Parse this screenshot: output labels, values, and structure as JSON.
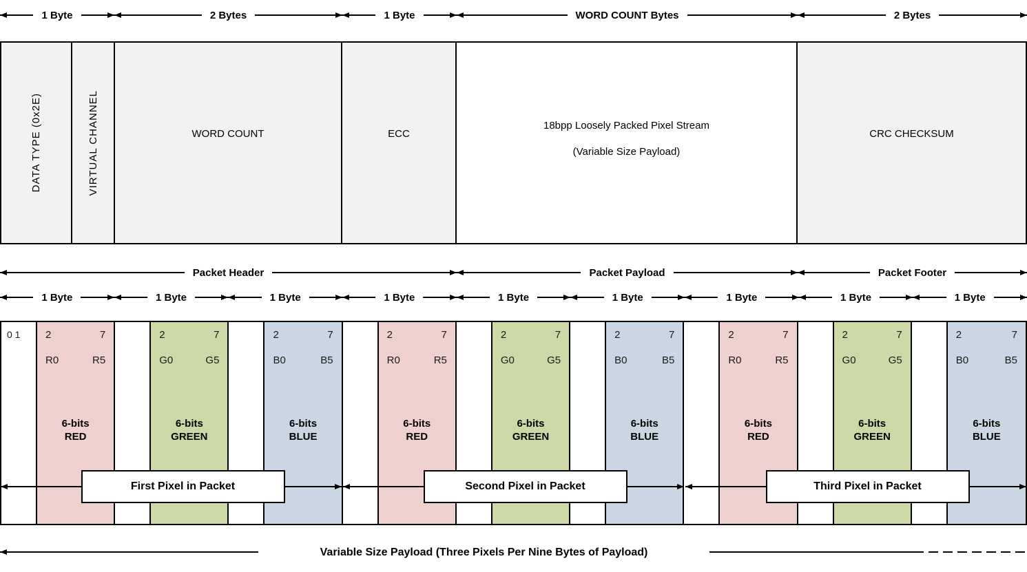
{
  "top_measures": [
    {
      "label": "1 Byte"
    },
    {
      "label": "2 Bytes"
    },
    {
      "label": "1 Byte"
    },
    {
      "label": "WORD COUNT Bytes"
    },
    {
      "label": "2 Bytes"
    }
  ],
  "packet_fields": {
    "data_type": "DATA TYPE (0x2E)",
    "virtual_channel": "VIRTUAL CHANNEL",
    "word_count": "WORD COUNT",
    "ecc": "ECC",
    "payload_line1": "18bpp Loosely Packed Pixel Stream",
    "payload_line2": "(Variable Size Payload)",
    "crc": "CRC CHECKSUM"
  },
  "section_measures": [
    {
      "label": "Packet Header"
    },
    {
      "label": "Packet Payload"
    },
    {
      "label": "Packet Footer"
    }
  ],
  "byte_measures": [
    "1 Byte",
    "1 Byte",
    "1 Byte",
    "1 Byte",
    "1 Byte",
    "1 Byte",
    "1 Byte",
    "1 Byte",
    "1 Byte"
  ],
  "pixel_bytes": [
    {
      "unused_bits": "0 1",
      "bit_start": "2",
      "bit_end": "7",
      "val_start": "R0",
      "val_end": "R5",
      "name_line1": "6-bits",
      "name_line2": "RED",
      "channel": "red"
    },
    {
      "unused_bits": "",
      "bit_start": "2",
      "bit_end": "7",
      "val_start": "G0",
      "val_end": "G5",
      "name_line1": "6-bits",
      "name_line2": "GREEN",
      "channel": "green"
    },
    {
      "unused_bits": "",
      "bit_start": "2",
      "bit_end": "7",
      "val_start": "B0",
      "val_end": "B5",
      "name_line1": "6-bits",
      "name_line2": "BLUE",
      "channel": "blue"
    },
    {
      "unused_bits": "",
      "bit_start": "2",
      "bit_end": "7",
      "val_start": "R0",
      "val_end": "R5",
      "name_line1": "6-bits",
      "name_line2": "RED",
      "channel": "red"
    },
    {
      "unused_bits": "",
      "bit_start": "2",
      "bit_end": "7",
      "val_start": "G0",
      "val_end": "G5",
      "name_line1": "6-bits",
      "name_line2": "GREEN",
      "channel": "green"
    },
    {
      "unused_bits": "",
      "bit_start": "2",
      "bit_end": "7",
      "val_start": "B0",
      "val_end": "B5",
      "name_line1": "6-bits",
      "name_line2": "BLUE",
      "channel": "blue"
    },
    {
      "unused_bits": "",
      "bit_start": "2",
      "bit_end": "7",
      "val_start": "R0",
      "val_end": "R5",
      "name_line1": "6-bits",
      "name_line2": "RED",
      "channel": "red"
    },
    {
      "unused_bits": "",
      "bit_start": "2",
      "bit_end": "7",
      "val_start": "G0",
      "val_end": "G5",
      "name_line1": "6-bits",
      "name_line2": "GREEN",
      "channel": "green"
    },
    {
      "unused_bits": "",
      "bit_start": "2",
      "bit_end": "7",
      "val_start": "B0",
      "val_end": "B5",
      "name_line1": "6-bits",
      "name_line2": "BLUE",
      "channel": "blue"
    }
  ],
  "pixel_groups": [
    {
      "label": "First Pixel in Packet"
    },
    {
      "label": "Second Pixel in Packet"
    },
    {
      "label": "Third Pixel in Packet"
    }
  ],
  "bottom_label": "Variable Size Payload (Three Pixels Per Nine Bytes of Payload)",
  "colors": {
    "red_byte": "#eed0cf",
    "green_byte": "#ccd9a6",
    "blue_byte": "#cbd6e5",
    "field_bg": "#f2f2f2",
    "line": "#000000"
  }
}
